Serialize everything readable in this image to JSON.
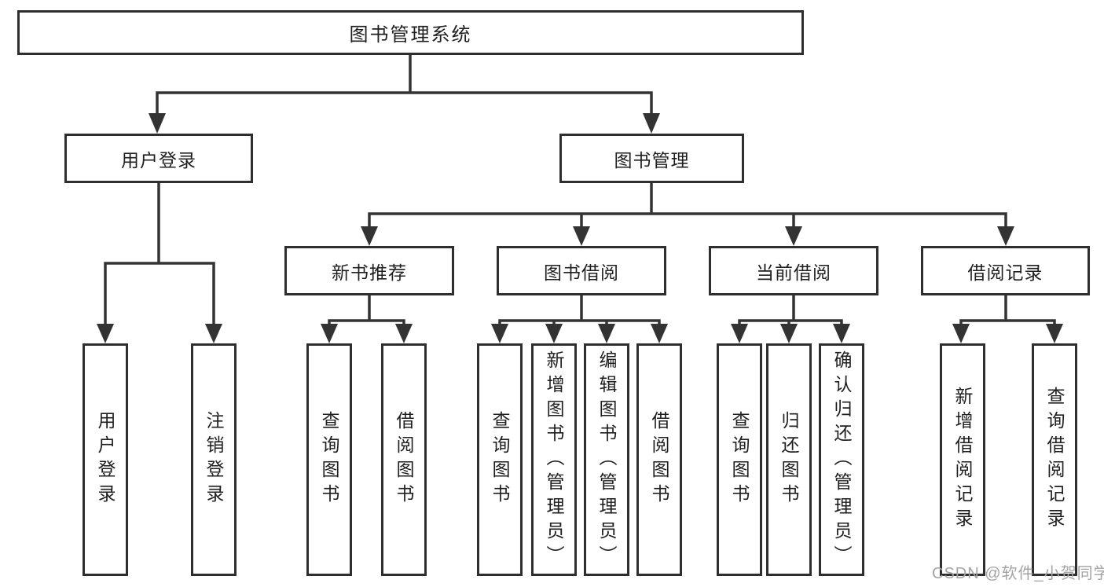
{
  "tree": {
    "label": "图书管理系统",
    "children": [
      {
        "label": "用户登录",
        "children": [
          {
            "label": "用户登录"
          },
          {
            "label": "注销登录"
          }
        ]
      },
      {
        "label": "图书管理",
        "children": [
          {
            "label": "新书推荐",
            "children": [
              {
                "label": "查询图书"
              },
              {
                "label": "借阅图书"
              }
            ]
          },
          {
            "label": "图书借阅",
            "children": [
              {
                "label": "查询图书"
              },
              {
                "label": "新增图书（管理员）"
              },
              {
                "label": "编辑图书（管理员）"
              },
              {
                "label": "借阅图书"
              }
            ]
          },
          {
            "label": "当前借阅",
            "children": [
              {
                "label": "查询图书"
              },
              {
                "label": "归还图书"
              },
              {
                "label": "确认归还（管理员）"
              }
            ]
          },
          {
            "label": "借阅记录",
            "children": [
              {
                "label": "新增借阅记录"
              },
              {
                "label": "查询借阅记录"
              }
            ]
          }
        ]
      }
    ]
  },
  "watermark": {
    "text": "CSDN @软件_小贺同学"
  },
  "colors": {
    "line": "#333333",
    "box_border": "#2e2e2e",
    "text": "#1f1f1f",
    "watermark": "#a3a3a3",
    "background": "#ffffff"
  }
}
